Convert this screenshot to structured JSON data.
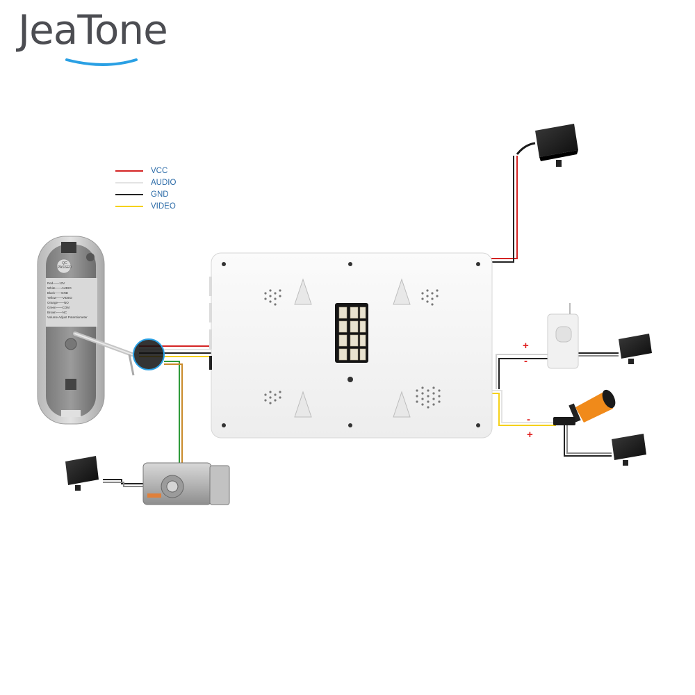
{
  "brand": {
    "logo_text": "JeaTone",
    "logo_color": "#4c4d52",
    "swoosh_color": "#2aa0e4"
  },
  "legend": [
    {
      "label": "VCC",
      "color": "#d42424"
    },
    {
      "label": "AUDIO",
      "color": "#e3e3e3"
    },
    {
      "label": "GND",
      "color": "#222222"
    },
    {
      "label": "VIDEO",
      "color": "#f5d11a"
    }
  ],
  "outdoor_panel": {
    "seal_text": "QC",
    "seal_subtext": "PASSED",
    "wiring_lines": [
      "Red——12V",
      "White——AUDIO",
      "Black——GND",
      "Yellow——VIDEO",
      "Orange——NO",
      "Green——COM",
      "Brown——NC"
    ],
    "potentiometer_label": "Volume Adjust Potentiometer"
  },
  "sensor_polarity": {
    "top": "+",
    "bottom": "-"
  },
  "camera_polarity": {
    "top": "-",
    "bottom": "+"
  },
  "colors": {
    "vcc": "#d42424",
    "audio": "#e3e3e3",
    "gnd": "#222222",
    "video": "#f5d11a",
    "lock_wire": "#2e9b3a",
    "camera_orange": "#f08a1a",
    "adapter_black": "#1a1a1a",
    "highlight_ring": "#2aa0e4"
  }
}
